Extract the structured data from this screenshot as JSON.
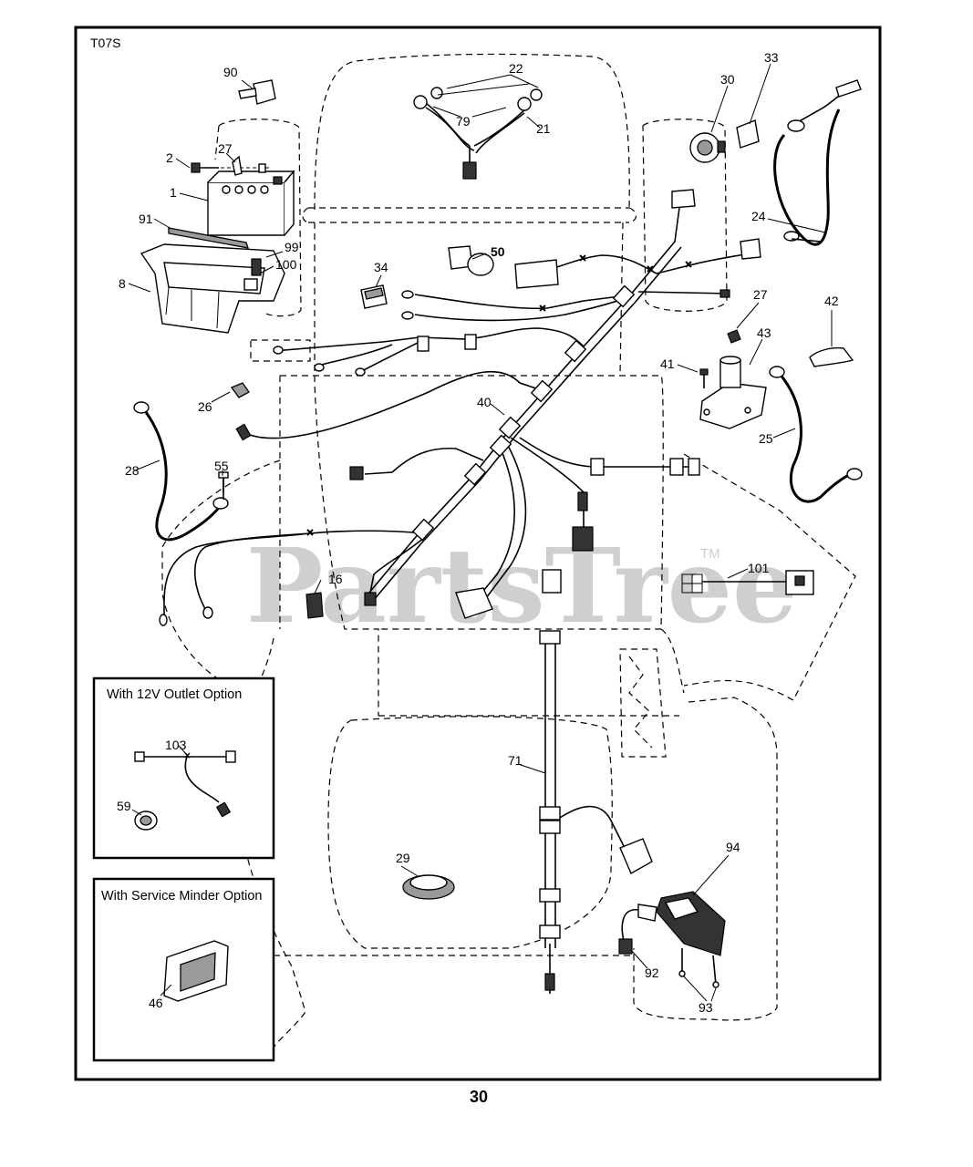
{
  "diagram_code": "T07S",
  "page_number": "30",
  "watermark": {
    "text": "PartsTree",
    "trademark": "TM"
  },
  "callouts": {
    "p90": "90",
    "p27a": "27",
    "p2": "2",
    "p1": "1",
    "p91": "91",
    "p99": "99",
    "p100": "100",
    "p8": "8",
    "p22": "22",
    "p79": "79",
    "p21": "21",
    "p30": "30",
    "p33": "33",
    "p24": "24",
    "p34": "34",
    "p50": "50",
    "p27b": "27",
    "p42": "42",
    "p43": "43",
    "p41": "41",
    "p26": "26",
    "p40": "40",
    "p25": "25",
    "p28": "28",
    "p55": "55",
    "p16": "16",
    "p101": "101",
    "p71": "71",
    "p94": "94",
    "p29": "29",
    "p92": "92",
    "p93": "93"
  },
  "inset_12v": {
    "title": "With 12V Outlet Option",
    "p103": "103",
    "p59": "59"
  },
  "inset_service": {
    "title": "With Service Minder Option",
    "p46": "46"
  }
}
